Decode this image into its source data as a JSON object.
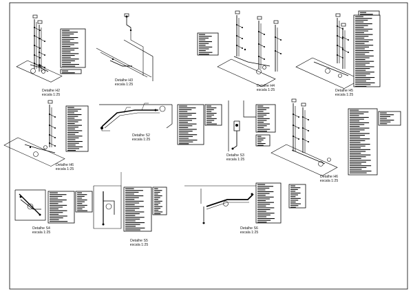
{
  "sheet": {
    "details": [
      {
        "id": "H2",
        "title": "Detalhe H2",
        "scale": "escala 1:25"
      },
      {
        "id": "H3",
        "title": "Detalhe H3",
        "scale": "escala 1:25"
      },
      {
        "id": "H4",
        "title": "Detalhe H4",
        "scale": "escala 1:25"
      },
      {
        "id": "H5",
        "title": "Detalhe H5",
        "scale": "escala 1:25"
      },
      {
        "id": "H6",
        "title": "Detalhe H6",
        "scale": "escala 1:25"
      },
      {
        "id": "S2",
        "title": "Detalhe S2",
        "scale": "escala 1:25"
      },
      {
        "id": "S3",
        "title": "Detalhe S3",
        "scale": "escala 1:25"
      },
      {
        "id": "H6b",
        "title": "Detalhe H6",
        "scale": "escala 1:25"
      },
      {
        "id": "S4",
        "title": "Detalhe S4",
        "scale": "escala 1:25"
      },
      {
        "id": "S5",
        "title": "Detalhe S5",
        "scale": "escala 1:25"
      },
      {
        "id": "S6",
        "title": "Detalhe S6",
        "scale": "escala 1:25"
      }
    ]
  },
  "colors": {
    "line": "#000000",
    "paper": "#ffffff"
  }
}
